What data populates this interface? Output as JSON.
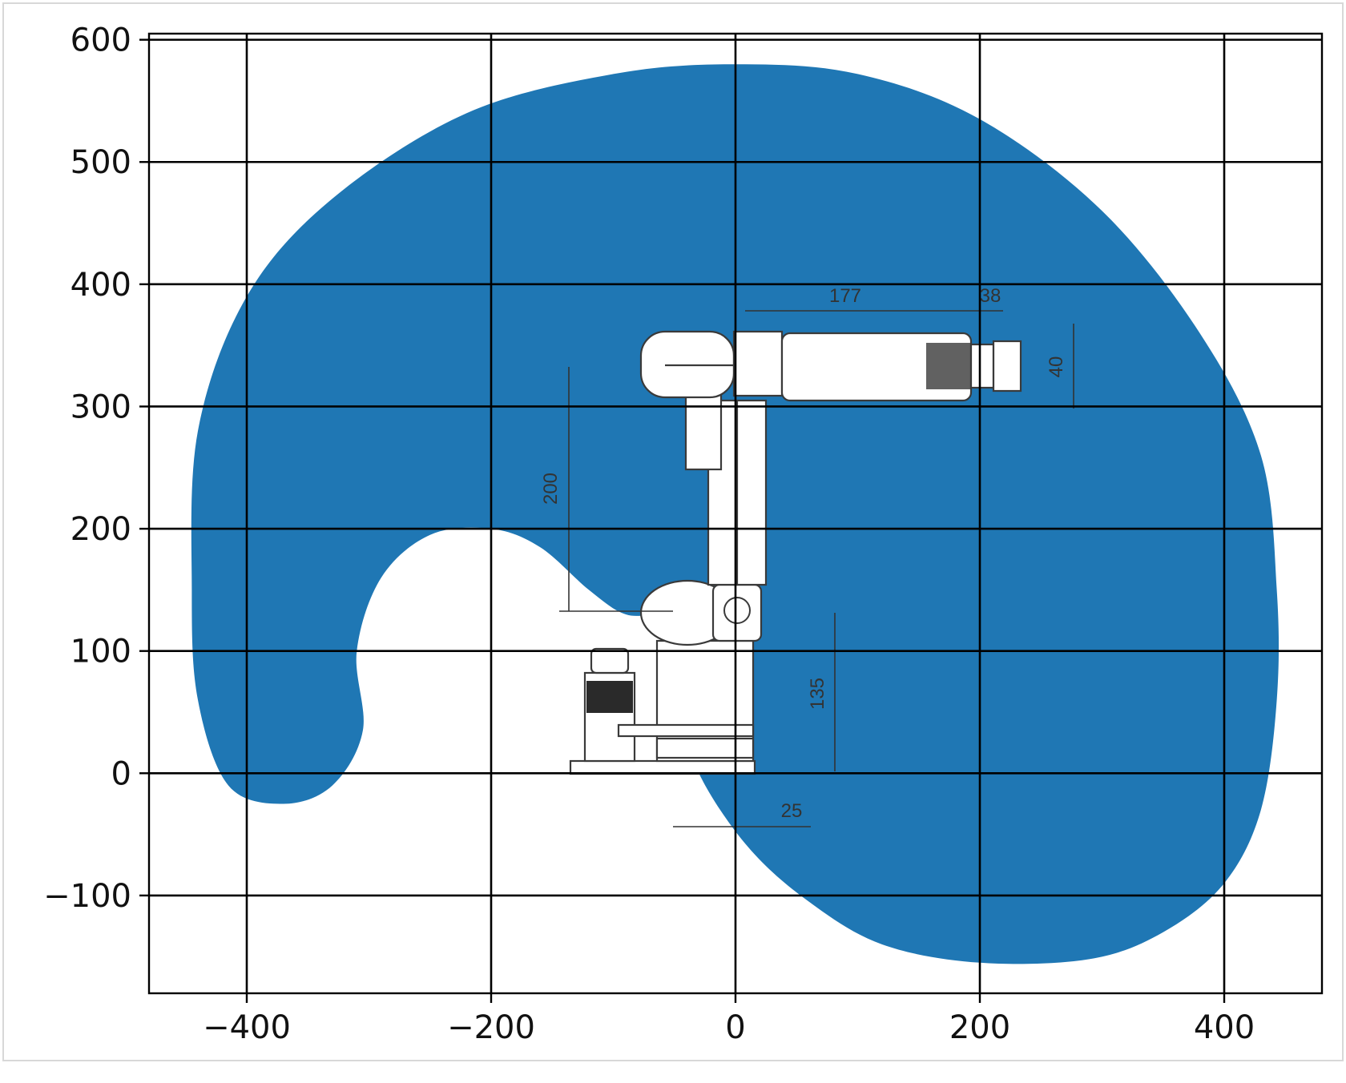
{
  "chart_data": {
    "type": "area",
    "title": "",
    "xlabel": "",
    "ylabel": "",
    "xlim": [
      -480,
      480
    ],
    "ylim": [
      -180,
      605
    ],
    "xticks": [
      -400,
      -200,
      0,
      200,
      400
    ],
    "yticks": [
      -100,
      0,
      100,
      200,
      300,
      400,
      500,
      600
    ],
    "xtick_labels": [
      "−400",
      "−200",
      "0",
      "200",
      "400"
    ],
    "ytick_labels": [
      "−100",
      "0",
      "100",
      "200",
      "300",
      "400",
      "500",
      "600"
    ],
    "grid": true,
    "fill_color": "#1f77b4",
    "workspace_outline": [
      [
        0,
        580
      ],
      [
        100,
        572
      ],
      [
        200,
        535
      ],
      [
        300,
        460
      ],
      [
        380,
        360
      ],
      [
        430,
        260
      ],
      [
        443,
        150
      ],
      [
        443,
        60
      ],
      [
        430,
        -30
      ],
      [
        400,
        -90
      ],
      [
        350,
        -130
      ],
      [
        290,
        -152
      ],
      [
        200,
        -155
      ],
      [
        120,
        -140
      ],
      [
        60,
        -105
      ],
      [
        10,
        -60
      ],
      [
        -30,
        0
      ],
      [
        -43,
        50
      ],
      [
        -40,
        90
      ],
      [
        -15,
        125
      ],
      [
        -30,
        125
      ],
      [
        -60,
        130
      ],
      [
        -90,
        130
      ],
      [
        -120,
        150
      ],
      [
        -160,
        185
      ],
      [
        -200,
        200
      ],
      [
        -250,
        195
      ],
      [
        -290,
        160
      ],
      [
        -310,
        100
      ],
      [
        -305,
        35
      ],
      [
        -330,
        -10
      ],
      [
        -370,
        -25
      ],
      [
        -415,
        -10
      ],
      [
        -440,
        60
      ],
      [
        -445,
        150
      ],
      [
        -440,
        280
      ],
      [
        -400,
        390
      ],
      [
        -330,
        470
      ],
      [
        -220,
        540
      ],
      [
        -100,
        572
      ]
    ],
    "overlay": {
      "type": "robot_arm_drawing",
      "dimension_labels": [
        "177",
        "38",
        "40",
        "200",
        "135",
        "25"
      ]
    }
  }
}
